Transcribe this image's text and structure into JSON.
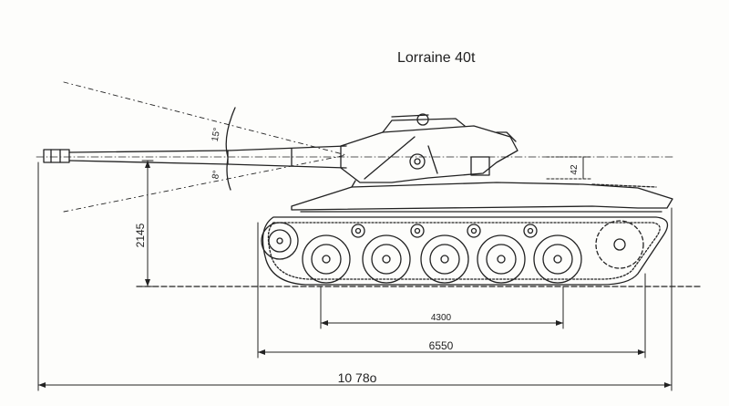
{
  "title": "Lorraine 40t",
  "dimensions": {
    "wheelbase": "4300",
    "hull_length": "6550",
    "overall_length": "10 78o",
    "bore_height": "2145",
    "elevation": "15°",
    "depression": "8°",
    "turret_offset": "42"
  },
  "colors": {
    "ink": "#222222",
    "paper": "#fdfdfb"
  }
}
